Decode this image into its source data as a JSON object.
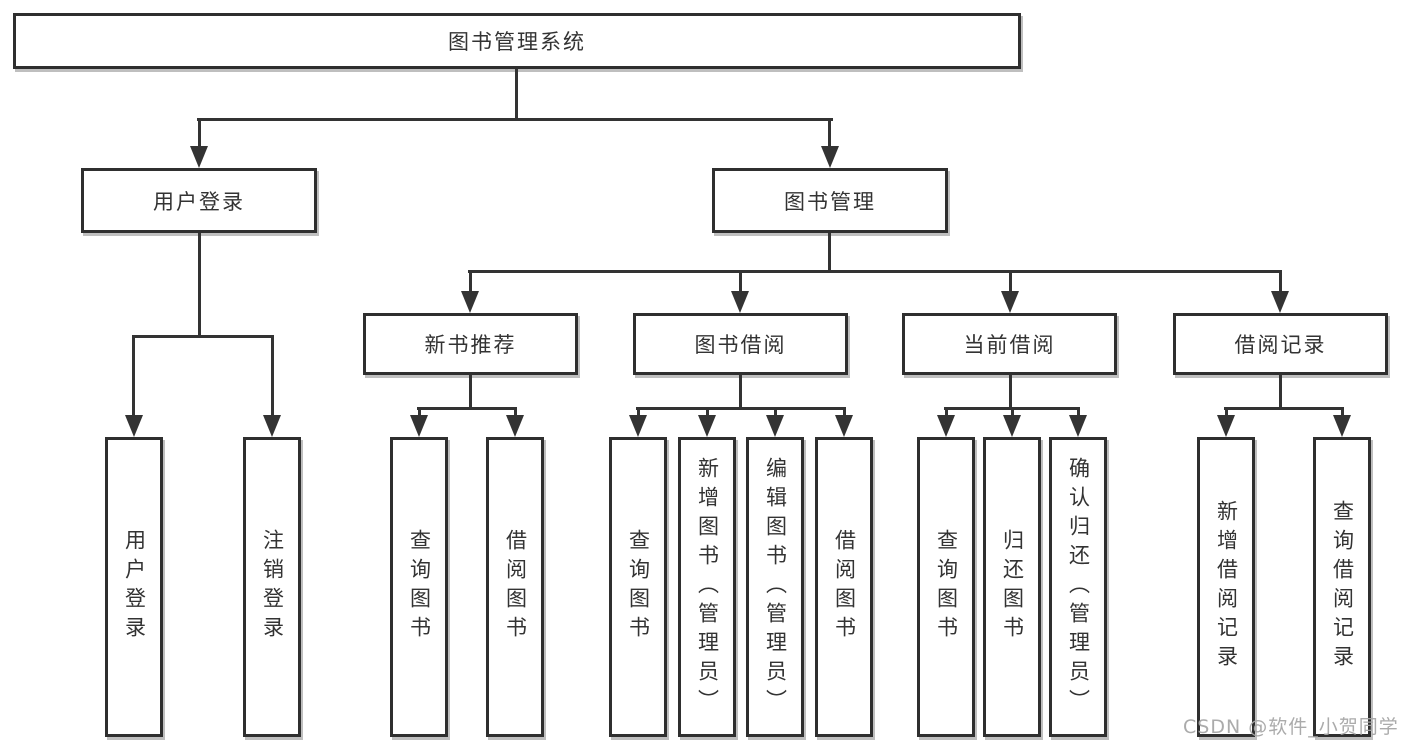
{
  "diagram_type": "function-structure-tree",
  "nodes": {
    "root": {
      "label": "图书管理系统"
    },
    "level2": [
      {
        "label": "用户登录"
      },
      {
        "label": "图书管理"
      }
    ],
    "level3": [
      {
        "label": "新书推荐"
      },
      {
        "label": "图书借阅"
      },
      {
        "label": "当前借阅"
      },
      {
        "label": "借阅记录"
      }
    ],
    "leaves": {
      "user_login": [
        "用户登录",
        "注销登录"
      ],
      "new_book": [
        "查询图书",
        "借阅图书"
      ],
      "book_borrow": [
        "查询图书",
        "新增图书（管理员）",
        "编辑图书（管理员）",
        "借阅图书"
      ],
      "current_borrow": [
        "查询图书",
        "归还图书",
        "确认归还（管理员）"
      ],
      "borrow_records": [
        "新增借阅记录",
        "查询借阅记录"
      ]
    }
  },
  "watermark": "CSDN @软件_小贺同学",
  "colors": {
    "line": "#333333",
    "box_border": "#2f2f2f",
    "text": "#333333",
    "watermark": "#a7a7a7",
    "background": "#ffffff"
  }
}
